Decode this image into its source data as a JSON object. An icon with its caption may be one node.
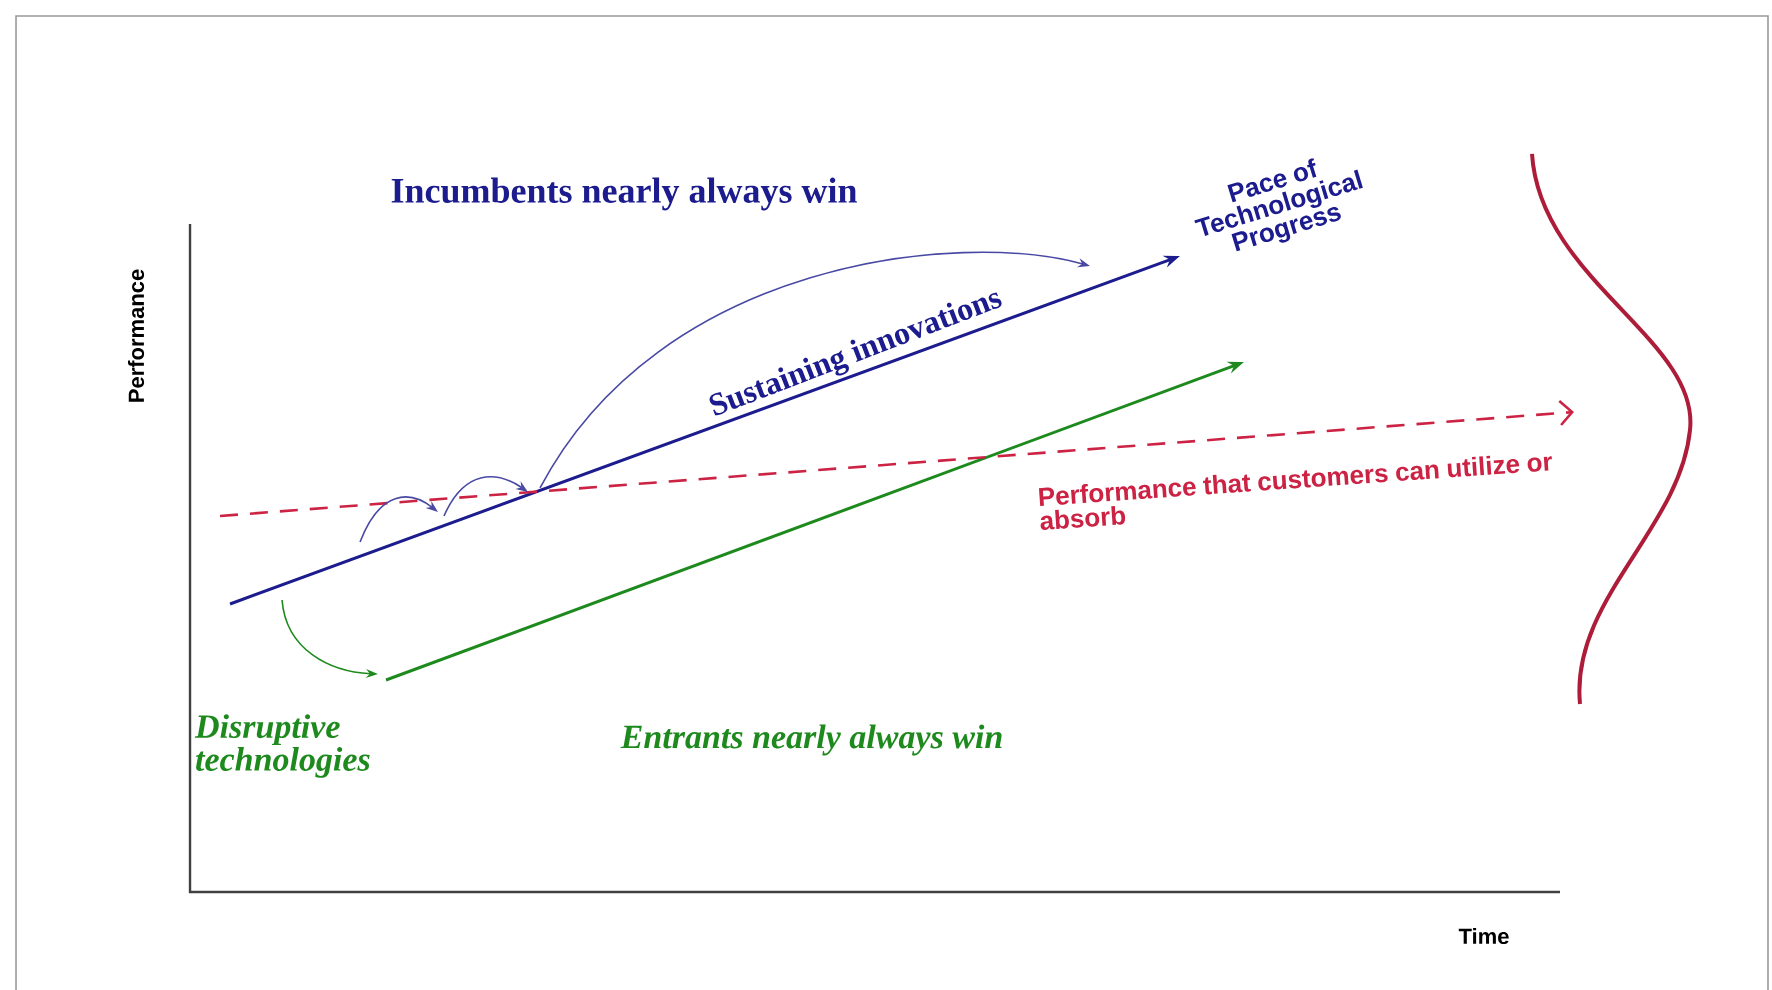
{
  "diagram": {
    "labels": [
      "Incumbents nearly always win",
      "Pace of Technological Progress",
      "Sustaining innovations",
      "Performance that customers can utilize or absorb",
      "Disruptive technologies",
      "Entrants nearly always win",
      "Performance",
      "Time"
    ]
  }
}
